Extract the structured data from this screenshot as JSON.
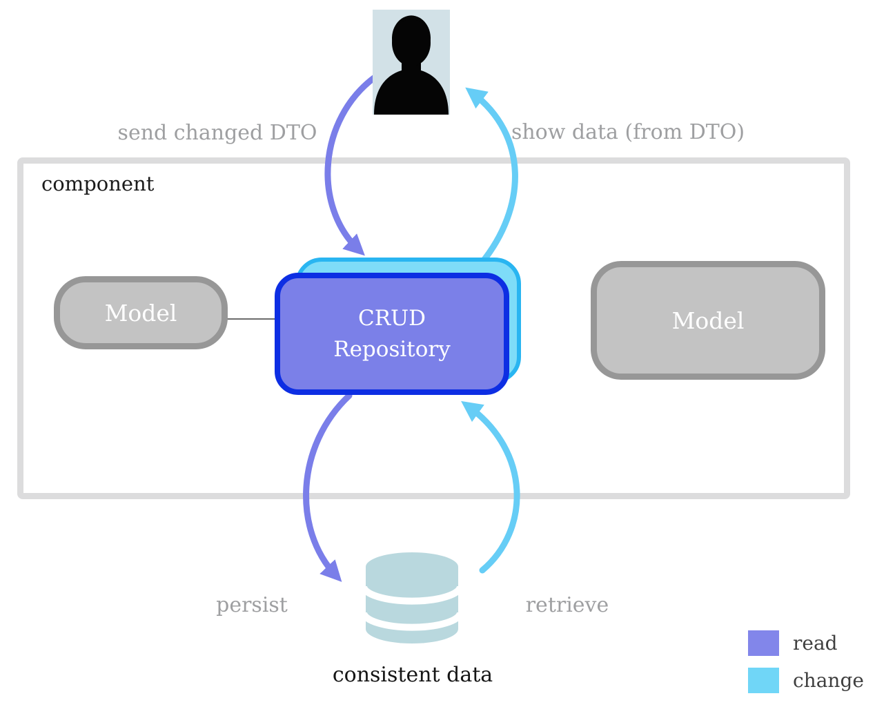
{
  "diagram": {
    "component_label": "component",
    "flows": {
      "send_changed_dto": "send changed DTO",
      "show_data": "show data (from DTO)",
      "persist": "persist",
      "retrieve": "retrieve"
    },
    "nodes": {
      "model_left": "Model",
      "model_right": "Model",
      "crud_line1": "CRUD",
      "crud_line2": "Repository"
    },
    "database_caption": "consistent data",
    "legend": {
      "read": {
        "label": "read",
        "color": "#8286ea"
      },
      "change": {
        "label": "change",
        "color": "#70d6f7"
      }
    },
    "colors": {
      "read_arrow": "#7a7ee9",
      "change_arrow": "#66cdf6",
      "crud_fill": "#7b80e8",
      "crud_border": "#0d2ee3",
      "crud_shadow_fill": "#7edcf8",
      "crud_shadow_border": "#29b5f1",
      "model_fill": "#c3c3c3",
      "model_border": "#979797",
      "component_border": "#dcdcdd",
      "database_fill": "#b9d8de",
      "muted_text": "#9e9fa1"
    }
  }
}
